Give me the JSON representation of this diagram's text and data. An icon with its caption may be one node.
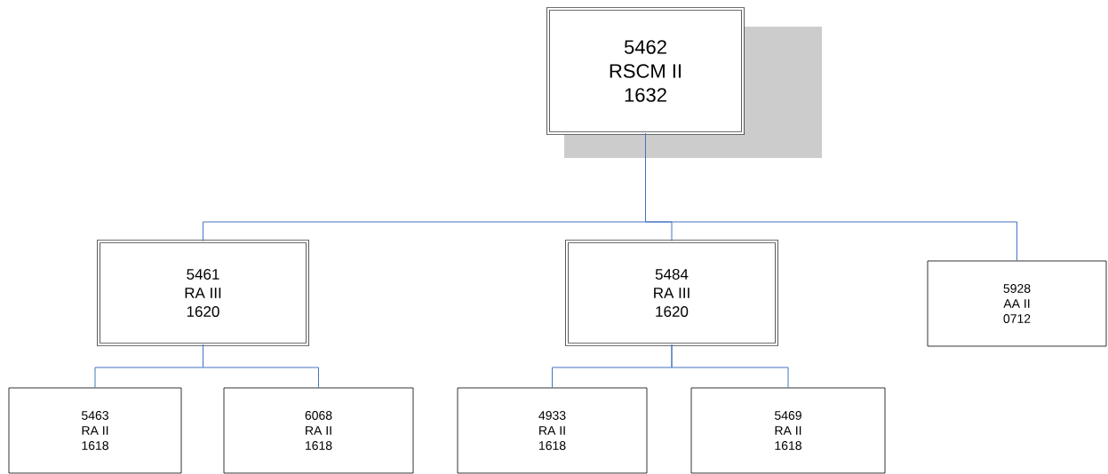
{
  "diagram": {
    "nodes": [
      {
        "text": [
          "5462",
          "RSCM II",
          "1632"
        ]
      },
      {
        "text": [
          "5461",
          "RA III",
          "1620"
        ]
      },
      {
        "text": [
          "5484",
          "RA III",
          "1620"
        ]
      },
      {
        "text": [
          "5928",
          "AA II",
          "0712"
        ]
      },
      {
        "text": [
          "5463",
          "RA II",
          "1618"
        ]
      },
      {
        "text": [
          "6068",
          "RA II",
          "1618"
        ]
      },
      {
        "text": [
          "4933",
          "RA II",
          "1618"
        ]
      },
      {
        "text": [
          "5469",
          "RA II",
          "1618"
        ]
      }
    ],
    "edges": [
      {
        "from": 0,
        "to": 1,
        "arrow": "none"
      },
      {
        "from": 0,
        "to": 2,
        "arrow": "none"
      },
      {
        "from": 0,
        "to": 3,
        "arrow": "none"
      },
      {
        "from": 1,
        "to": 4,
        "arrow": "none"
      },
      {
        "from": 1,
        "to": 5,
        "arrow": "none"
      },
      {
        "from": 2,
        "to": 6,
        "arrow": "none"
      },
      {
        "from": 2,
        "to": 7,
        "arrow": "none"
      }
    ]
  }
}
